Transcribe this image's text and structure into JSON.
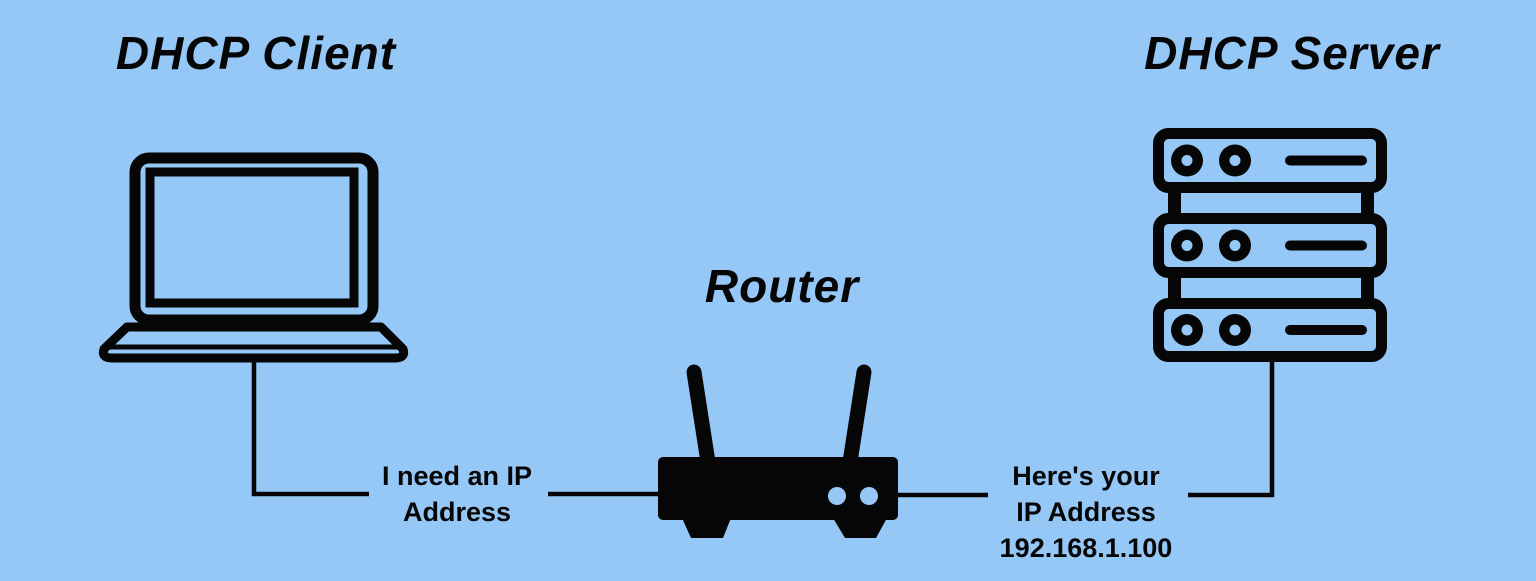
{
  "colors": {
    "background": "#96C8F7",
    "ink": "#060606"
  },
  "nodes": {
    "client": {
      "title": "DHCP Client",
      "icon": "laptop-icon"
    },
    "router": {
      "title": "Router",
      "icon": "router-icon"
    },
    "server": {
      "title": "DHCP Server",
      "icon": "server-rack-icon"
    }
  },
  "messages": {
    "request": {
      "lines": [
        "I need an IP",
        "Address",
        ""
      ]
    },
    "response": {
      "lines": [
        "Here's your",
        "IP Address",
        "192.168.1.100"
      ]
    }
  }
}
